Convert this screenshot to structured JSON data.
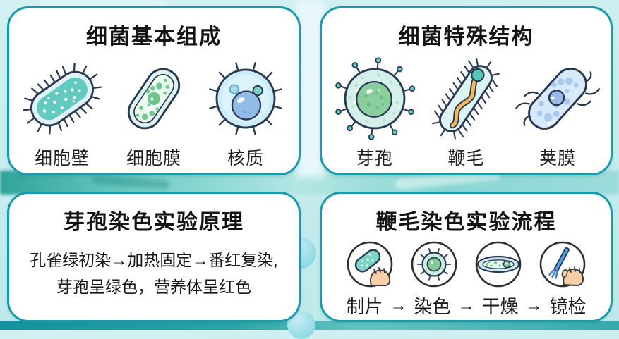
{
  "theme": {
    "card_border": "#1b9aae",
    "card_bg": "#ffffff",
    "bg_teal": "#c6ecee",
    "title_color": "#141414",
    "teal_body": "#62cabe",
    "green_dot": "#74c98e",
    "blue_capsule": "#d7e9fa",
    "orange_flagellum": "#f4b95e",
    "skin_hand": "#f8cfa6"
  },
  "cards": {
    "basic": {
      "title": "细菌基本组成",
      "items": [
        {
          "label": "细胞壁",
          "icon": "cell-wall-bacterium-icon"
        },
        {
          "label": "细胞膜",
          "icon": "cell-membrane-bacterium-icon"
        },
        {
          "label": "核质",
          "icon": "nucleoid-cell-icon"
        }
      ]
    },
    "special": {
      "title": "细菌特殊结构",
      "items": [
        {
          "label": "芽孢",
          "icon": "spore-icon"
        },
        {
          "label": "鞭毛",
          "icon": "flagellum-icon"
        },
        {
          "label": "荚膜",
          "icon": "capsule-bacterium-icon"
        }
      ]
    },
    "principle": {
      "title": "芽孢染色实验原理",
      "line1": "孔雀绿初染→加热固定→番红复染,",
      "line2": "芽孢呈绿色，营养体呈红色"
    },
    "process": {
      "title": "鞭毛染色实验流程",
      "arrow": "→",
      "steps": [
        {
          "label": "制片",
          "icon": "slide-preparation-icon"
        },
        {
          "label": "染色",
          "icon": "staining-icon"
        },
        {
          "label": "干燥",
          "icon": "drying-icon"
        },
        {
          "label": "镜检",
          "icon": "microscopy-icon"
        }
      ]
    }
  }
}
